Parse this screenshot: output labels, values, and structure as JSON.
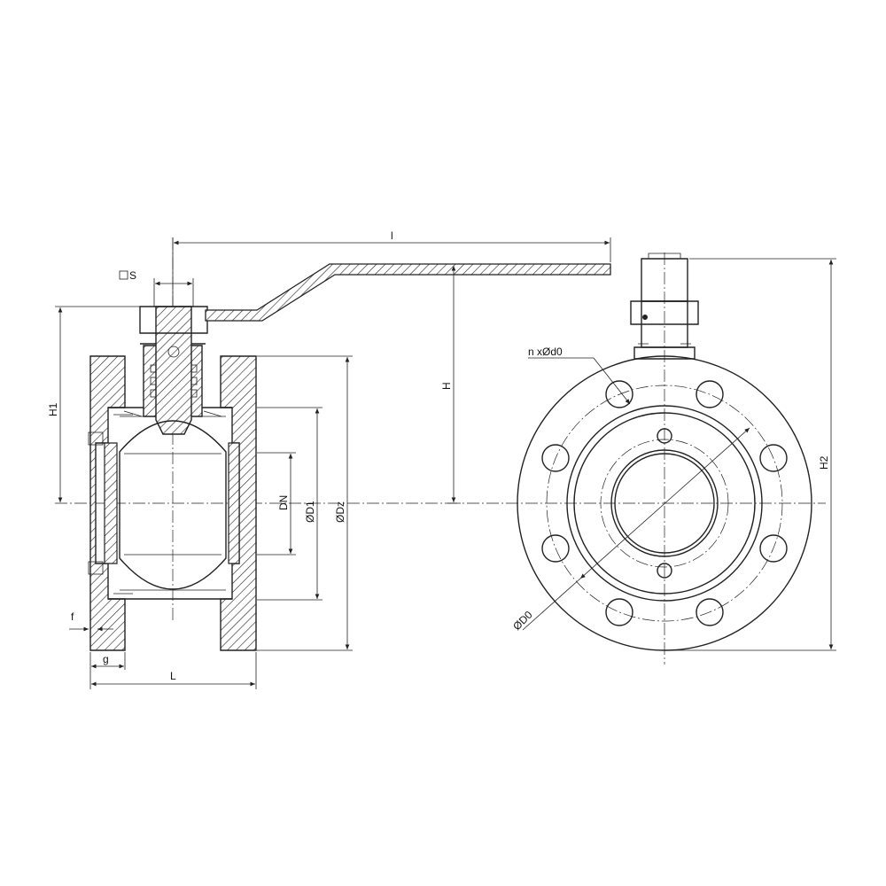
{
  "labels": {
    "handle_length": "l",
    "square": "S",
    "height_h1": "H1",
    "height_h": "H",
    "height_h2": "H2",
    "dn": "DN",
    "d1": "ØD1",
    "dz": "ØDz",
    "d0": "ØD0",
    "bolt_holes": "n xØd0",
    "f": "f",
    "g": "g",
    "face_length": "L"
  },
  "colors": {
    "line": "#222222",
    "background": "#ffffff"
  }
}
